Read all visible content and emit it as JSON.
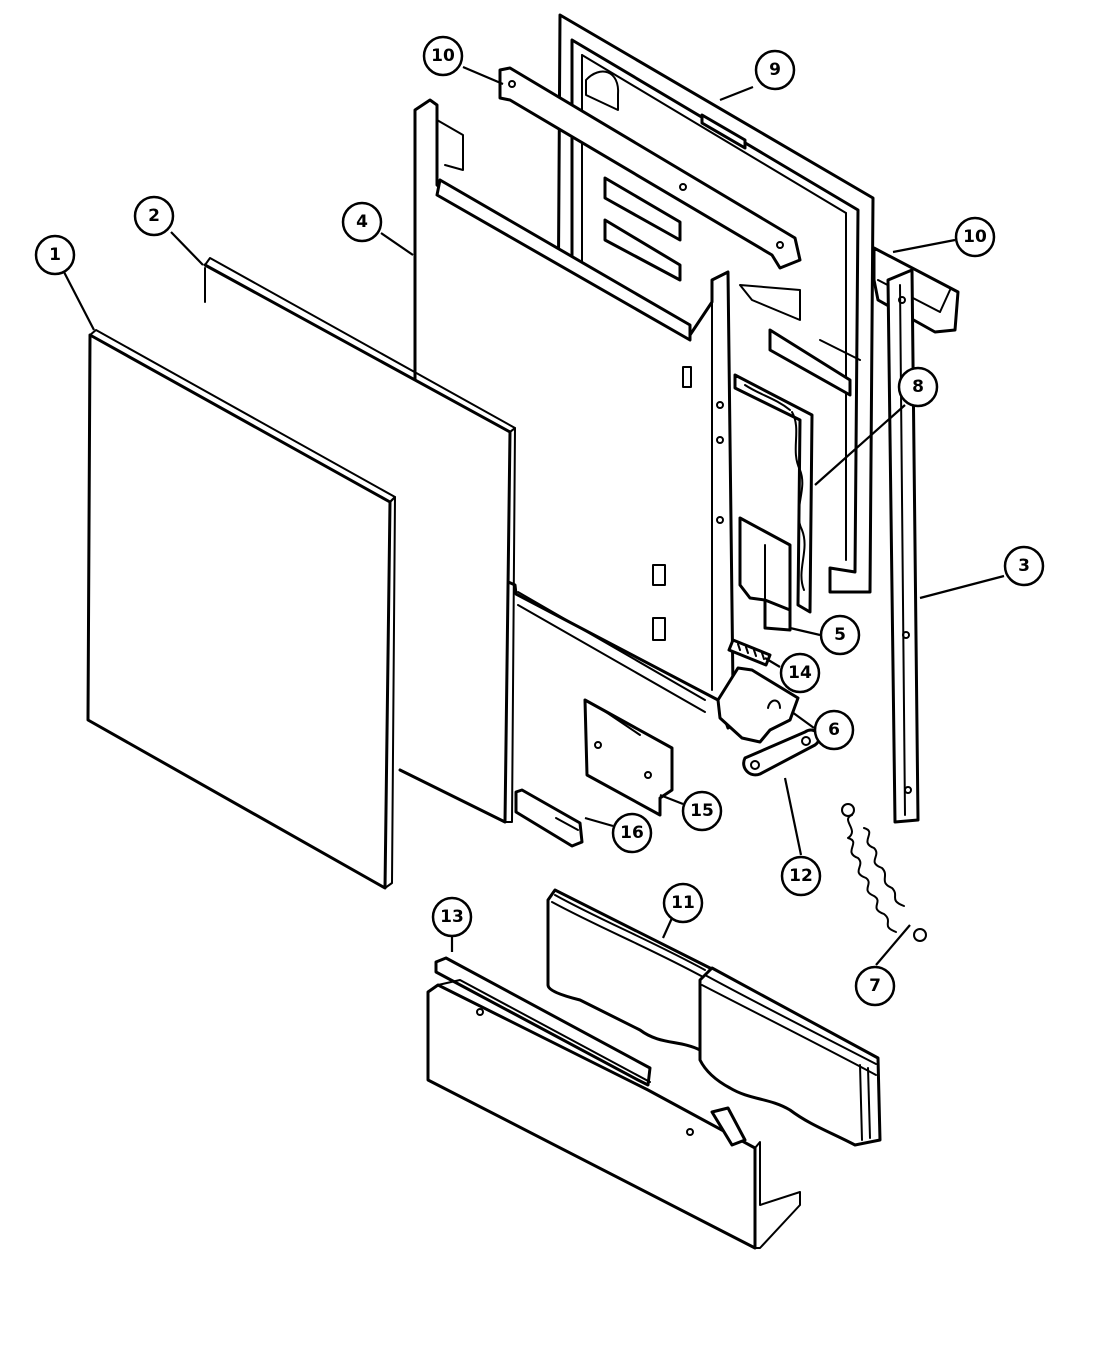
{
  "callouts": [
    {
      "id": "c1",
      "label": "1"
    },
    {
      "id": "c2",
      "label": "2"
    },
    {
      "id": "c3",
      "label": "3"
    },
    {
      "id": "c4",
      "label": "4"
    },
    {
      "id": "c5",
      "label": "5"
    },
    {
      "id": "c6",
      "label": "6"
    },
    {
      "id": "c7",
      "label": "7"
    },
    {
      "id": "c8",
      "label": "8"
    },
    {
      "id": "c9",
      "label": "9"
    },
    {
      "id": "c10a",
      "label": "10"
    },
    {
      "id": "c10b",
      "label": "10"
    },
    {
      "id": "c11",
      "label": "11"
    },
    {
      "id": "c12",
      "label": "12"
    },
    {
      "id": "c13",
      "label": "13"
    },
    {
      "id": "c14",
      "label": "14"
    },
    {
      "id": "c15",
      "label": "15"
    },
    {
      "id": "c16",
      "label": "16"
    }
  ],
  "colors": {
    "line": "#000000",
    "background": "#ffffff"
  }
}
